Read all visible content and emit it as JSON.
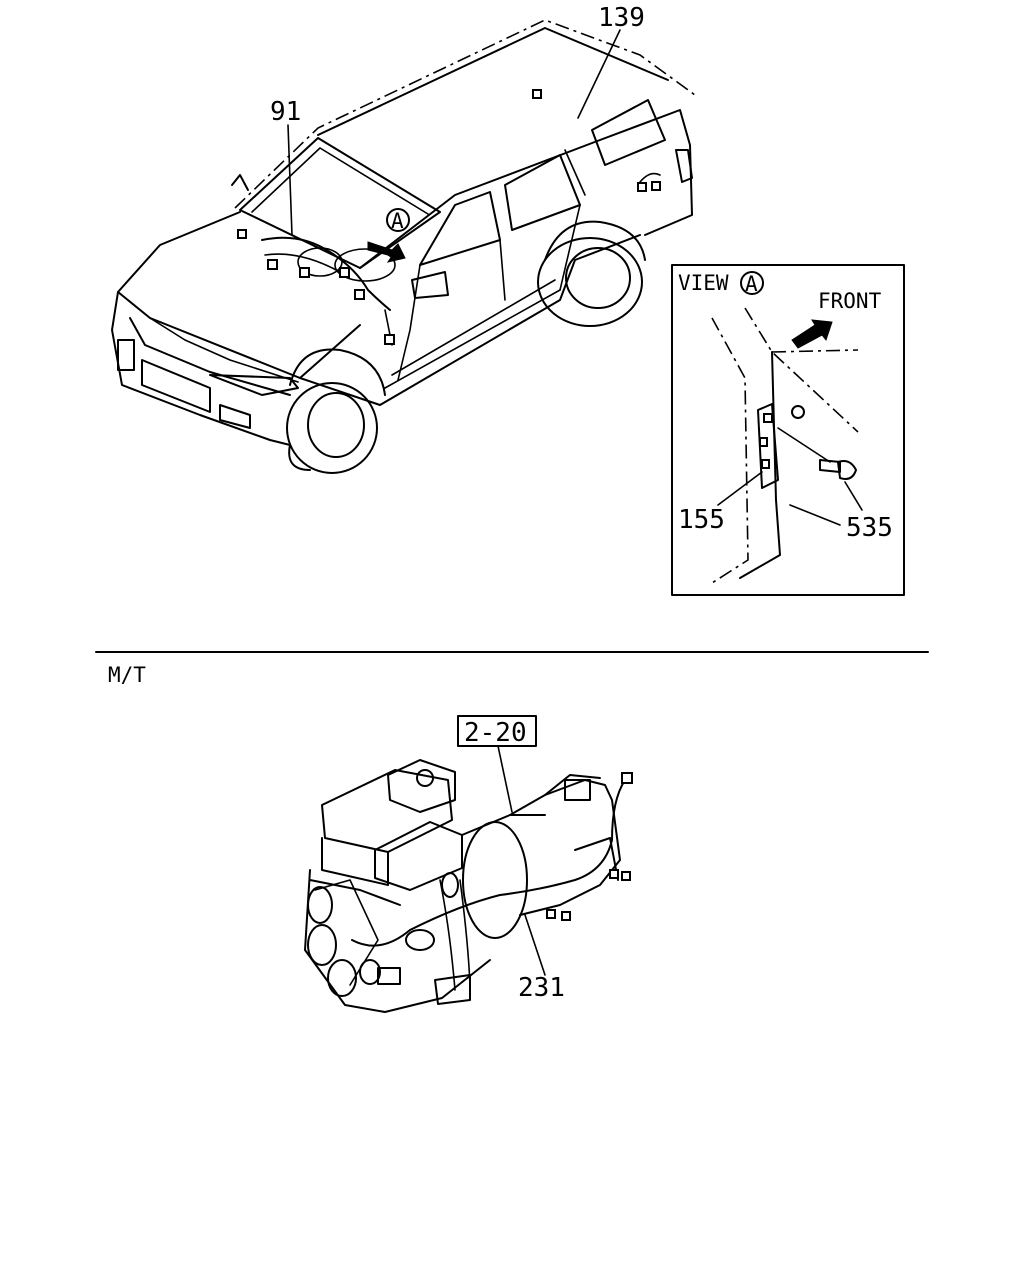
{
  "vehicle": {
    "callouts": [
      "139",
      "91"
    ],
    "view_marker": "A"
  },
  "view_box": {
    "title": "VIEW",
    "marker": "A",
    "direction": "FRONT",
    "callouts": [
      "155",
      "535"
    ]
  },
  "section": {
    "label": "M/T"
  },
  "engine": {
    "ref_box": "2-20",
    "callout": "231"
  }
}
